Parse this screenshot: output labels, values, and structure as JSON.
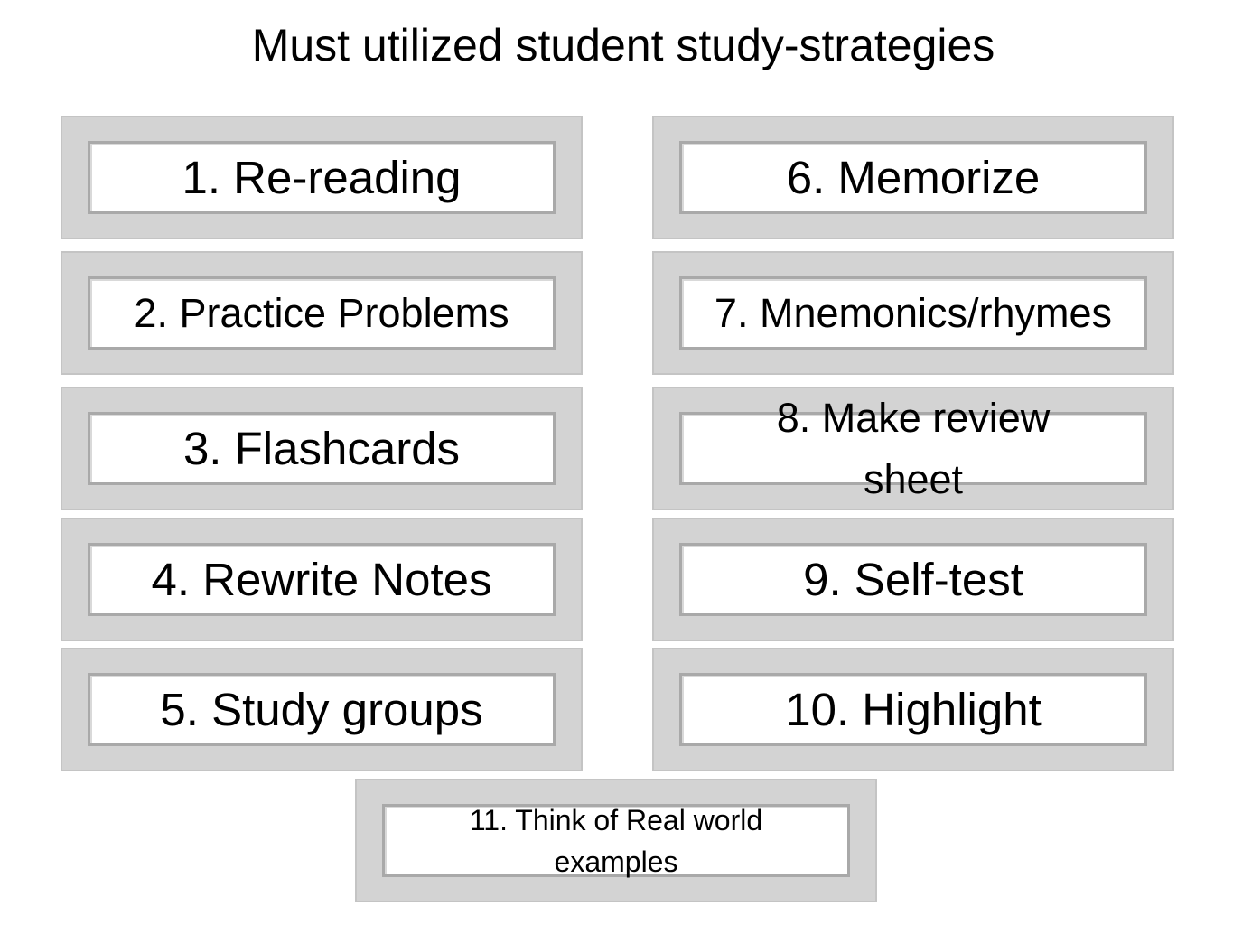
{
  "title": "Must utilized student study-strategies",
  "strategies": [
    {
      "label": "1. Re-reading"
    },
    {
      "label": "2. Practice Problems"
    },
    {
      "label": "3. Flashcards"
    },
    {
      "label": "4. Rewrite Notes"
    },
    {
      "label": "5. Study groups"
    },
    {
      "label": "6. Memorize"
    },
    {
      "label": "7. Mnemonics/rhymes"
    },
    {
      "label": "8. Make review sheet"
    },
    {
      "label": "9. Self-test"
    },
    {
      "label": "10. Highlight"
    },
    {
      "label": "11. Think of Real world examples"
    }
  ],
  "colors": {
    "card_outer": "#d3d3d3",
    "card_inner_border": "#a9a9a9",
    "card_inner_fill": "#ffffff",
    "text": "#000000"
  }
}
